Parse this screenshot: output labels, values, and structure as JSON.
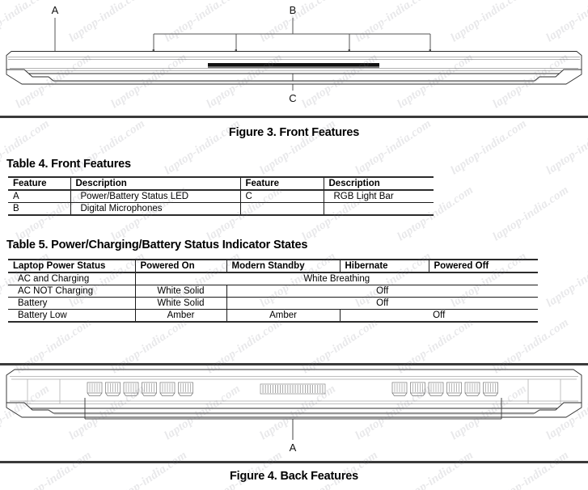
{
  "page": {
    "watermark_text": "laptop-india.com"
  },
  "figure3": {
    "caption": "Figure 3.  Front Features",
    "labels": {
      "a": "A",
      "b": "B",
      "c": "C"
    },
    "callout_count": 3,
    "mic_tick_count": 4
  },
  "table4": {
    "caption": "Table 4.  Front Features",
    "headers": [
      "Feature",
      "Description",
      "Feature",
      "Description"
    ],
    "rows": [
      [
        "A",
        "Power/Battery Status LED",
        "C",
        "RGB Light Bar"
      ],
      [
        "B",
        "Digital Microphones",
        "",
        ""
      ]
    ]
  },
  "table5": {
    "caption": "Table 5.  Power/Charging/Battery Status Indicator States",
    "headers": [
      "Laptop Power Status",
      "Powered On",
      "Modern Standby",
      "Hibernate",
      "Powered Off"
    ],
    "rows": [
      {
        "status": "AC and Charging",
        "cells": [
          {
            "text": "White Breathing",
            "colspan": 4,
            "align": "center"
          }
        ]
      },
      {
        "status": "AC NOT Charging",
        "cells": [
          {
            "text": "White Solid",
            "colspan": 1,
            "align": "center"
          },
          {
            "text": "Off",
            "colspan": 3,
            "align": "center"
          }
        ]
      },
      {
        "status": "Battery",
        "cells": [
          {
            "text": "White Solid",
            "colspan": 1,
            "align": "center"
          },
          {
            "text": "Off",
            "colspan": 3,
            "align": "center"
          }
        ]
      },
      {
        "status": "Battery Low",
        "cells": [
          {
            "text": "Amber",
            "colspan": 1,
            "align": "center"
          },
          {
            "text": "Amber",
            "colspan": 1,
            "align": "center"
          },
          {
            "text": "Off",
            "colspan": 2,
            "align": "center"
          }
        ]
      }
    ]
  },
  "figure4": {
    "caption": "Figure 4.  Back Features",
    "labels": {
      "a": "A"
    },
    "vent_group_left_count": 6,
    "vent_group_right_count": 6,
    "center_grille_slat_count": 26
  }
}
